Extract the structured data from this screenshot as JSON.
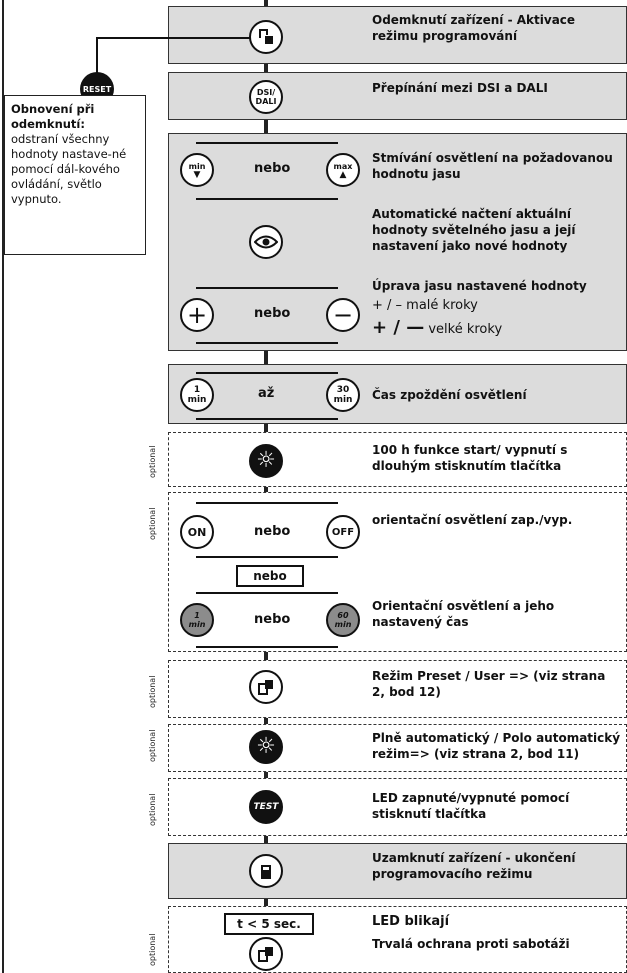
{
  "reset_label": "RESET",
  "side_note": {
    "title": "Obnovení při odemknutí:",
    "body": "odstraní všechny hodnoty nastave-né pomocí dál-kového ovládání, světlo vypnuto."
  },
  "optional_label": "optional",
  "steps": {
    "unlock": "Odemknutí zařízení - Aktivace režimu programování",
    "dsi_dali": "Přepínání mezi DSI a DALI",
    "dsi_icon": "DSI/ DALI",
    "dim": "Stmívání osvětlení na požadovanou hodnotu jasu",
    "min_label": "min",
    "max_label": "max",
    "auto_read": "Automatické načtení aktuální hodnoty světelného jasu a její nastavení jako nové hodnoty",
    "adjust_title": "Úprava jasu nastavené hodnoty",
    "adjust_small": "+ / – malé kroky",
    "adjust_large": "velké kroky",
    "delay": "Čas zpoždění osvětlení",
    "delay_min_num": "1",
    "delay_max_num": "30",
    "delay_unit": "min",
    "to_word": "až",
    "burn_in": "100 h funkce start/ vypnutí s dlouhým stisknutím tlačítka",
    "orient_onoff": "orientační osvětlení zap./vyp.",
    "on_label": "ON",
    "off_label": "OFF",
    "orient_time": "Orientační osvětlení a jeho nastavený čas",
    "orient_min_num": "1",
    "orient_max_num": "60",
    "preset_user": "Režim Preset / User => (viz strana 2, bod 12)",
    "auto_mode": "Plně automatický / Polo automatický režim=> (viz strana 2, bod 11)",
    "test_label": "TEST",
    "led_test": "LED zapnuté/vypnuté pomocí stisknutí tlačítka",
    "lock": "Uzamknutí zařízení - ukončení programovacího režimu",
    "timer_label": "t < 5 sec.",
    "led_blink": "LED blikají",
    "tamper": "Trvalá ochrana proti sabotáži",
    "or_word": "nebo"
  }
}
